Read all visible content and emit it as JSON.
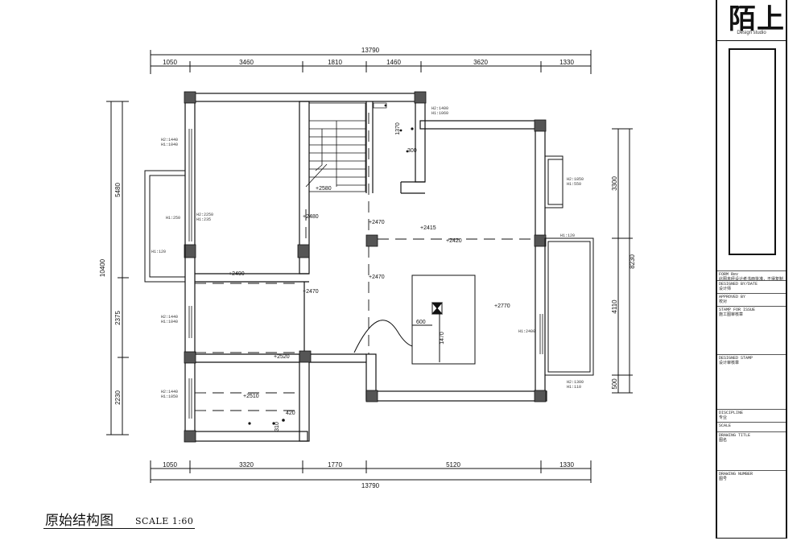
{
  "plan": {
    "top_total": "13790",
    "top_dims": [
      "1050",
      "3460",
      "1810",
      "1460",
      "3620",
      "1330"
    ],
    "bottom_total": "13790",
    "bottom_dims": [
      "1050",
      "3320",
      "1770",
      "5120",
      "1330"
    ],
    "left_total": "10400",
    "left_dims": [
      "5480",
      "2375",
      "2230"
    ],
    "right_total": "8230",
    "right_dims": [
      "3300",
      "4110",
      "500"
    ],
    "elevations": [
      "+2480",
      "+2490",
      "+2470",
      "+2470",
      "+2470",
      "+2420",
      "+2415",
      "+2580",
      "+2520",
      "+2510",
      "+2770"
    ],
    "inner_dims": [
      "1370",
      "300",
      "600",
      "1470",
      "420",
      "310"
    ],
    "window_notes": [
      "H2:1440\nH1:1040",
      "H2:2250\nH1:235",
      "H1:250",
      "H1:120",
      "H2:1440\nH1:1040",
      "H2:1440\nH1:1050",
      "H2:1400\nH1:1060",
      "H2:1850\nH1:550",
      "H1:120",
      "H1:2400",
      "H2:1300\nH1:110"
    ]
  },
  "title_block": {
    "logo_text": "陌上",
    "logo_sub": "Design studio",
    "rows": [
      {
        "en": "FORM Rev",
        "cn": "此图未经设计者书面批准，不得复制"
      },
      {
        "en": "DESIGNED BY/DATE",
        "cn": "设计师"
      },
      {
        "en": "APPROVED BY",
        "cn": "校对"
      },
      {
        "en": "STAMP FOR ISSUE",
        "cn": "施工图审核章"
      },
      {
        "en": "DESIGNED STAMP",
        "cn": "设计审核章"
      },
      {
        "en": "DISCIPLINE",
        "cn": "专业"
      },
      {
        "en": "SCALE",
        "cn": ""
      },
      {
        "en": "DRAWING TITLE",
        "cn": "图名"
      },
      {
        "en": "DRAWING NUMBER",
        "cn": "图号"
      }
    ]
  },
  "drawing_title": "原始结构图",
  "scale_text": "SCALE  1:60"
}
